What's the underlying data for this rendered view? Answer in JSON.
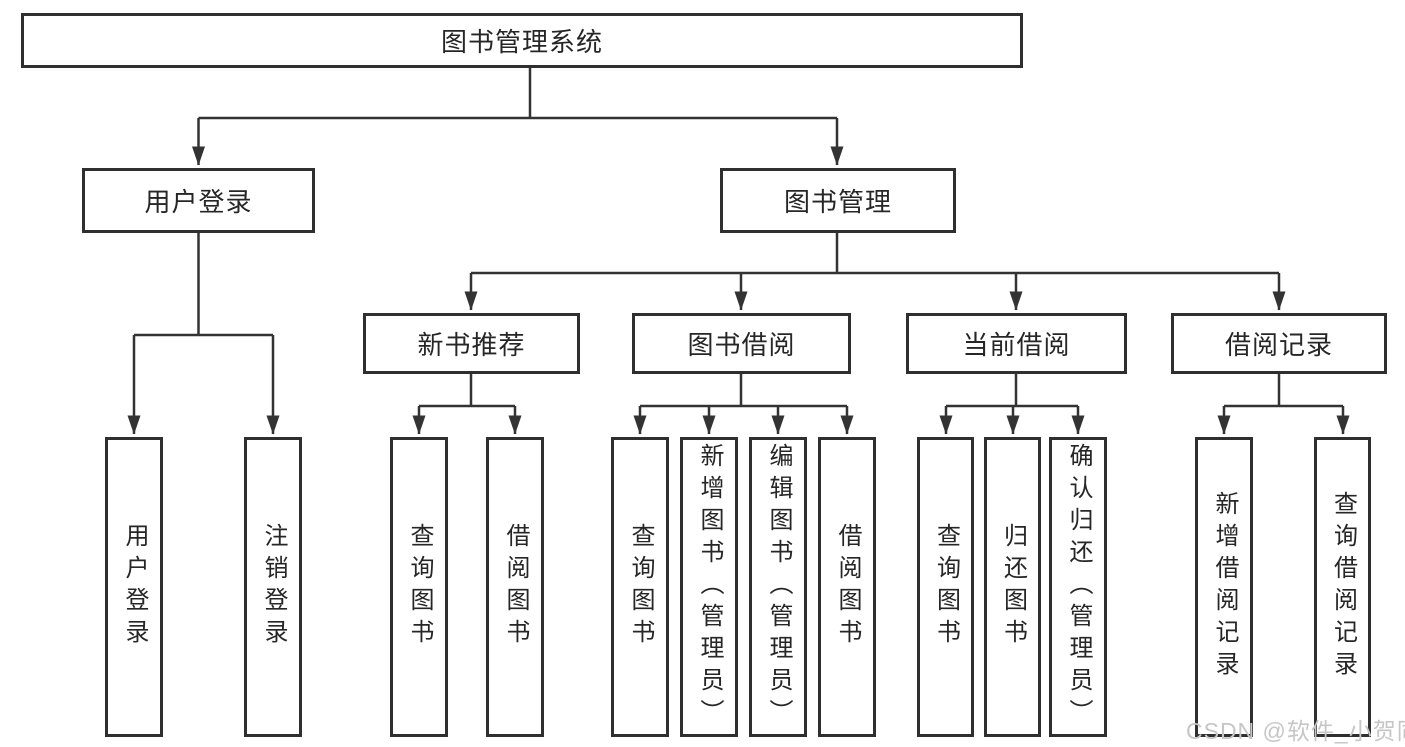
{
  "diagram": {
    "type": "hierarchy-tree",
    "title": "图书管理系统",
    "structure": {
      "图书管理系统": {
        "用户登录": [
          "用户登录",
          "注销登录"
        ],
        "图书管理": {
          "新书推荐": [
            "查询图书",
            "借阅图书"
          ],
          "图书借阅": [
            "查询图书",
            "新增图书（管理员）",
            "编辑图书（管理员）",
            "借阅图书"
          ],
          "当前借阅": [
            "查询图书",
            "归还图书",
            "确认归还（管理员）"
          ],
          "借阅记录": [
            "新增借阅记录",
            "查询借阅记录"
          ]
        }
      }
    }
  },
  "nodes": {
    "root": {
      "label": "图书管理系统"
    },
    "user_login": {
      "label": "用户登录"
    },
    "book_mgmt": {
      "label": "图书管理"
    },
    "new_book": {
      "label": "新书推荐"
    },
    "borrow": {
      "label": "图书借阅"
    },
    "current": {
      "label": "当前借阅"
    },
    "record": {
      "label": "借阅记录"
    },
    "ul_login": {
      "label": "用户登录"
    },
    "ul_logout": {
      "label": "注销登录"
    },
    "nb_query": {
      "label": "查询图书"
    },
    "nb_borrow": {
      "label": "借阅图书"
    },
    "bw_query": {
      "label": "查询图书"
    },
    "bw_add": {
      "label": "新增图书（管理员）"
    },
    "bw_edit": {
      "label": "编辑图书（管理员）"
    },
    "bw_borrow": {
      "label": "借阅图书"
    },
    "cu_query": {
      "label": "查询图书"
    },
    "cu_return": {
      "label": "归还图书"
    },
    "cu_confirm": {
      "label": "确认归还（管理员）"
    },
    "rc_add": {
      "label": "新增借阅记录"
    },
    "rc_query": {
      "label": "查询借阅记录"
    }
  },
  "watermark": "CSDN @软件_小贺同学",
  "colors": {
    "line": "#333333",
    "box_border": "#2f2f2f",
    "box_bg": "#ffffff",
    "text": "#262626",
    "watermark": "#c6c6c6",
    "background": "#ffffff"
  }
}
